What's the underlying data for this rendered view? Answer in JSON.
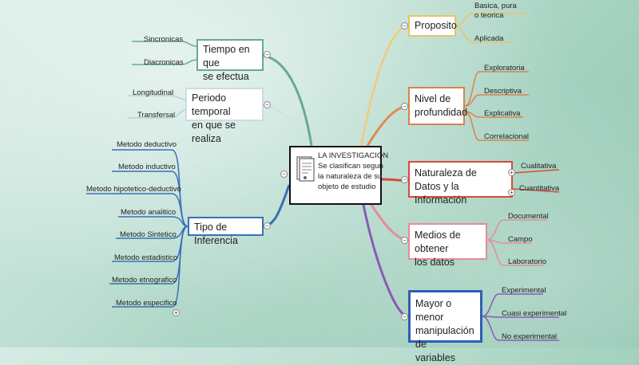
{
  "center": {
    "lines": [
      "LA INVESTIGACION",
      "Se clasifican segun",
      "la naturaleza de su",
      "objeto de estudio"
    ],
    "icon": "document-icon"
  },
  "left": {
    "tiempo": {
      "label_lines": [
        "Tiempo en que",
        "se efectua"
      ],
      "color": "#6aa98e",
      "leaves": [
        "Sincronicas",
        "Diacronicas"
      ]
    },
    "periodo": {
      "label_lines": [
        "Periodo temporal",
        "en que se realiza"
      ],
      "color": "#b9cfe0",
      "leaves": [
        "Longitudinal",
        "Transfersal"
      ]
    },
    "inferencia": {
      "label": "Tipo de Inferencia",
      "color": "#3a6fb7",
      "leaves": [
        "Metodo deductivo",
        "Metodo inductivo",
        "Metodo hipotetico-deductivo",
        "Metodo analitico",
        "Metodo Sintetico",
        "Metodo estadistico",
        "Metodo etnografico",
        "Metodo especifico"
      ]
    }
  },
  "right": {
    "proposito": {
      "label": "Proposito",
      "color": "#e8c468",
      "leaves": [
        "Basica, pura\no teorica",
        "Aplicada"
      ]
    },
    "nivel": {
      "label_lines": [
        "Nivel de",
        "profundidad"
      ],
      "color": "#d9824a",
      "leaves": [
        "Exploratoria",
        "Descriptiva",
        "Explicativa",
        "Correlacional"
      ]
    },
    "naturaleza": {
      "label_lines": [
        "Naturaleza de",
        "Datos y la Información"
      ],
      "color": "#d84a3a",
      "leaves": [
        "Cualitativa",
        "Cuantitativa"
      ]
    },
    "medios": {
      "label_lines": [
        "Medios de obtener",
        "los datos"
      ],
      "color": "#e98a9a",
      "leaves": [
        "Documental",
        "Campo",
        "Laboratorio"
      ]
    },
    "mayor": {
      "label_lines": [
        "Mayor o menor",
        "manipulación de",
        "variables"
      ],
      "color": "#8a5ab8",
      "border": "#2f5fb3",
      "leaves": [
        "Experimental",
        "Cuasi experimental",
        "No experimental"
      ]
    }
  },
  "toggles": {
    "minus": "−",
    "plus": "+"
  }
}
